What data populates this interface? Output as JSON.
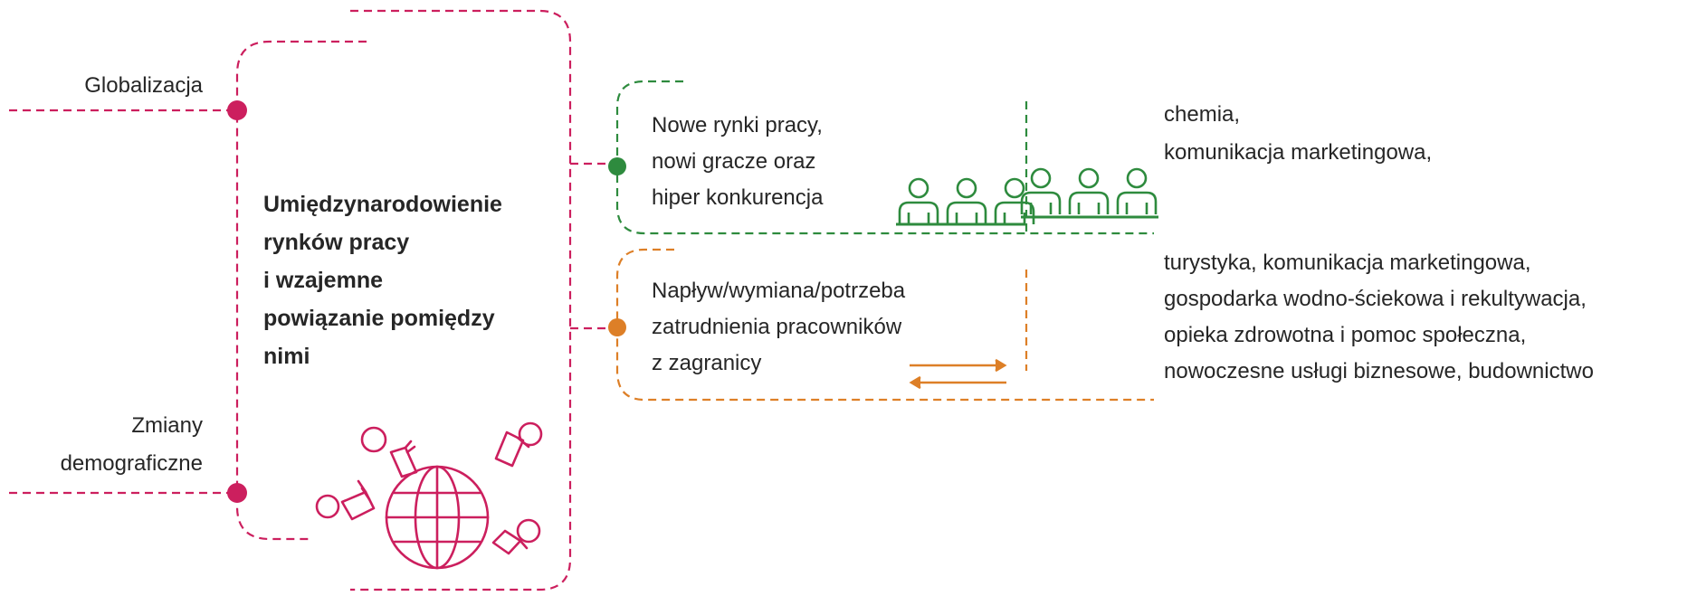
{
  "colors": {
    "magenta": "#cc1f5e",
    "green": "#2e8b3e",
    "orange": "#dd7f27",
    "text": "#262626"
  },
  "left": {
    "globalizacja": "Globalizacja",
    "zmiany_line1": "Zmiany",
    "zmiany_line2": "demograficzne"
  },
  "center": {
    "line1": "Umiędzynarodowienie",
    "line2": "rynków pracy",
    "line3": "i wzajemne",
    "line4": "powiązanie pomiędzy",
    "line5": "nimi"
  },
  "green_box": {
    "line1": "Nowe rynki pracy,",
    "line2": "nowi gracze oraz",
    "line3": "hiper konkurencja"
  },
  "orange_box": {
    "line1": "Napływ/wymiana/potrzeba",
    "line2": "zatrudnienia pracowników",
    "line3": "z zagranicy"
  },
  "right_green": {
    "line1": "chemia,",
    "line2": "komunikacja marketingowa,"
  },
  "right_orange": {
    "line1": "turystyka, komunikacja marketingowa,",
    "line2": "gospodarka wodno-ściekowa i rekultywacja,",
    "line3": "opieka zdrowotna i pomoc społeczna,",
    "line4": "nowoczesne usługi biznesowe, budownictwo"
  },
  "icons": {
    "people": "people-group-icon",
    "globe": "globe-with-hands-icon",
    "exchange": "exchange-arrows-icon"
  }
}
